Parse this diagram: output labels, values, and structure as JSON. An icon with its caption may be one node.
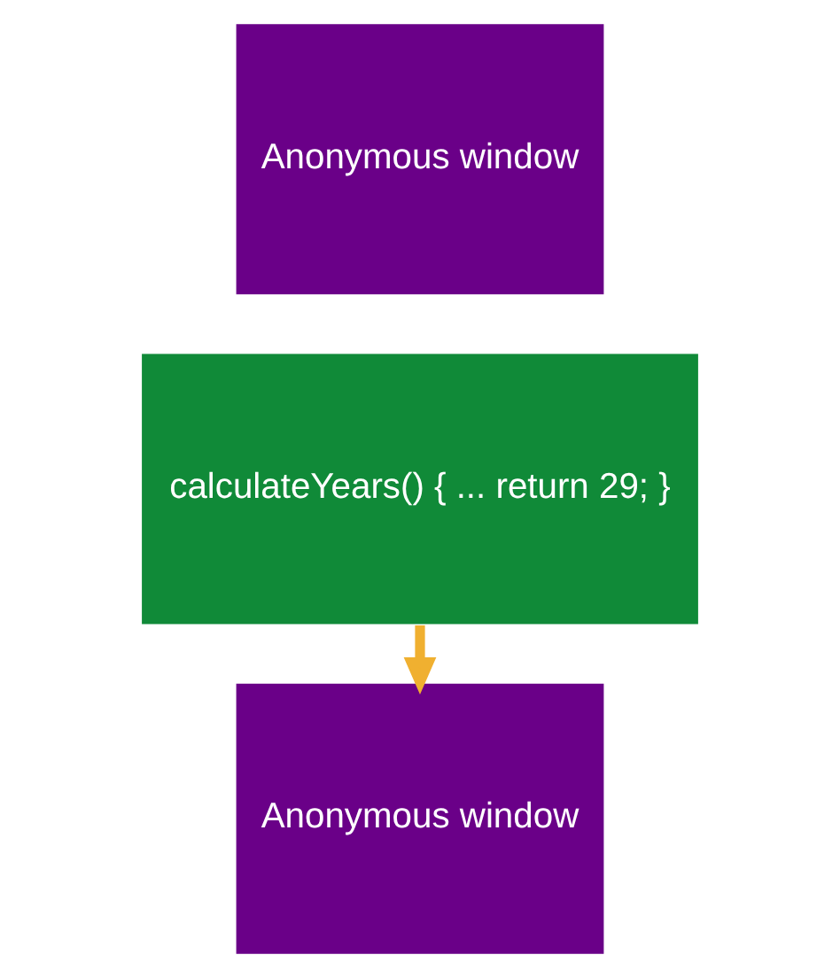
{
  "diagram": {
    "nodes": [
      {
        "text": [
          "Anonymous window"
        ]
      },
      {
        "text": [
          "calculateYears() { ... return 29; }"
        ]
      },
      {
        "text": [
          "Anonymous window"
        ]
      }
    ],
    "edges": [
      {
        "from": 1,
        "to": 2,
        "arrow": "to",
        "color": "#f0b030"
      }
    ]
  }
}
